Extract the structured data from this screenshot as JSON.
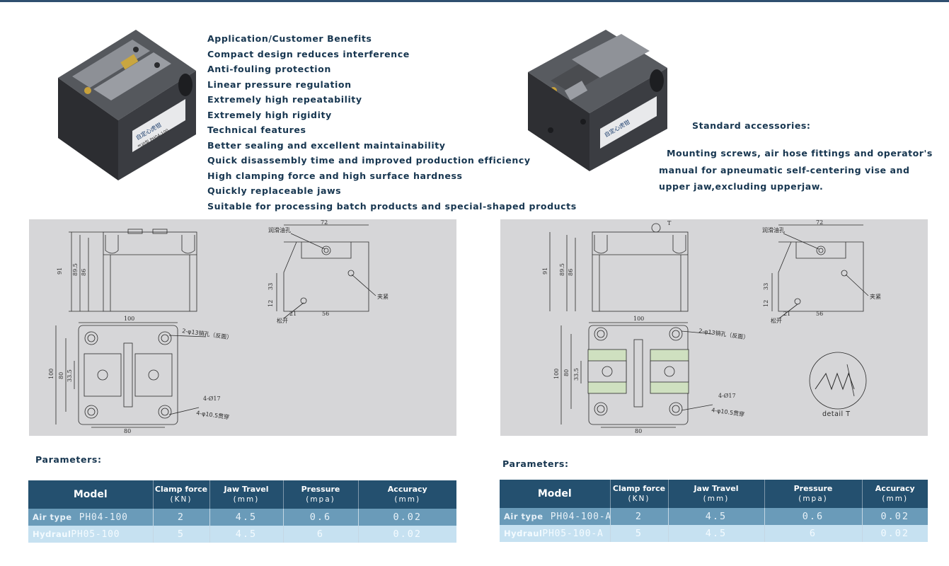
{
  "product_labels": {
    "brand": "自定心虎钳",
    "model": "气动型 PH04-100"
  },
  "benefits": [
    "Application/Customer Benefits",
    "Compact design reduces interference",
    "Anti-fouling protection",
    "Linear pressure regulation",
    "Extremely high repeatability",
    "Extremely high rigidity",
    "Technical features",
    "Better sealing and excellent maintainability",
    "Quick disassembly time and improved production efficiency",
    "High clamping force and high surface hardness",
    "Quickly replaceable jaws",
    "Suitable for processing batch products and special-shaped products"
  ],
  "accessories": {
    "title": "Standard accessories:",
    "text": "Mounting screws, air hose fittings and operator's manual for apneumatic self-centering vise and upper jaw,excluding upperjaw."
  },
  "drawing_labels": {
    "dims": {
      "w72": "72",
      "h91": "91",
      "h89": "89.5",
      "h86": "86",
      "h33": "33",
      "h12": "12",
      "w21": "21",
      "w56": "56",
      "w100": "100",
      "w80": "80",
      "h100": "100",
      "h80": "80",
      "h33b": "33.5",
      "d4_17": "4-Ø17",
      "t": "T"
    },
    "notes": {
      "lube": "润滑油孔",
      "clamp": "夹紧",
      "release": "松开",
      "pin_holes": "2-φ13销孔（反面）",
      "through_holes": "4-φ10.5贯穿"
    },
    "detail": "detail  T"
  },
  "parameters": {
    "title": "Parameters:",
    "headers": {
      "model": "Model",
      "clamp": "Clamp force",
      "clamp_unit": "(KN)",
      "travel": "Jaw Travel",
      "travel_unit": "(mm)",
      "pressure": "Pressure",
      "pressure_unit": "(mpa)",
      "accuracy": "Accuracy",
      "accuracy_unit": "(mm)"
    },
    "table1": [
      {
        "type": "Air type",
        "model": "PH04-100",
        "clamp": "2",
        "travel": "4.5",
        "pressure": "0.6",
        "accuracy": "0.02"
      },
      {
        "type": "Hydraul",
        "model": "PH05-100",
        "clamp": "5",
        "travel": "4.5",
        "pressure": "6",
        "accuracy": "0.02"
      }
    ],
    "table2": [
      {
        "type": "Air type",
        "model": "PH04-100-A",
        "clamp": "2",
        "travel": "4.5",
        "pressure": "0.6",
        "accuracy": "0.02"
      },
      {
        "type": "Hydraul",
        "model": "PH05-100-A",
        "clamp": "5",
        "travel": "4.5",
        "pressure": "6",
        "accuracy": "0.02"
      }
    ]
  }
}
